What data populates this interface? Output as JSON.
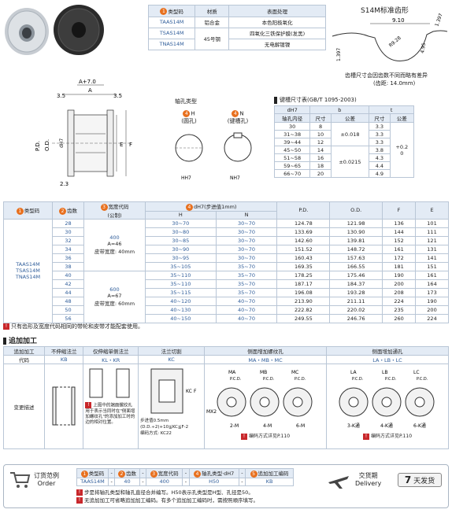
{
  "material_table": {
    "headers": [
      "类型码",
      "材质",
      "表面处理"
    ],
    "rows": [
      [
        "TAAS14M",
        "铝合金",
        "本色阳极氧化"
      ],
      [
        "TSAS14M",
        "45号钢",
        "四氧化三铁保护膜(发黑)"
      ],
      [
        "TNAS14M",
        "",
        "无电解镀镍"
      ]
    ]
  },
  "tooth": {
    "title": "S14M标准齿形",
    "dims": [
      "9.10",
      "1.397",
      "1.397",
      "R9.28",
      "4.95"
    ],
    "note1": "齿槽尺寸会因齿数不同而略有差异",
    "note2": "(齿距: 14.0mm)"
  },
  "drawing": {
    "a_label": "A+7.0",
    "a": "A",
    "d1": "3.5",
    "d2": "3.5",
    "pd": "P.D.",
    "od": "O.D.",
    "dh": "dH7",
    "e": "E",
    "f": "F",
    "c": "2.3"
  },
  "bore": {
    "title": "轴孔类型",
    "h_no": "4",
    "h_label": "H",
    "h_desc": "(圆孔)",
    "n_no": "4",
    "n_label": "N",
    "n_desc": "(键槽孔)",
    "h_dim": "HH7",
    "n_dim": "NH7"
  },
  "keyway": {
    "title": "键槽尺寸表(GB/T 1095-2003)",
    "h_dh7": "dH7",
    "h_b": "b",
    "h_t": "t",
    "h_inner": "轴孔内径",
    "h_size": "尺寸",
    "h_tol": "公差",
    "h_size2": "尺寸",
    "h_tol2": "公差",
    "rows": [
      [
        "30",
        "8",
        "",
        "3.3"
      ],
      [
        "31~38",
        "10",
        "",
        "3.3"
      ],
      [
        "39~44",
        "12",
        "",
        "3.3"
      ],
      [
        "45~50",
        "14",
        "",
        "3.8"
      ],
      [
        "51~58",
        "16",
        "",
        "4.3"
      ],
      [
        "59~65",
        "18",
        "",
        "4.4"
      ],
      [
        "66~70",
        "20",
        "",
        "4.9"
      ]
    ],
    "btol_a": "±0.018",
    "btol_b": "±0.0215",
    "ttol": "+0.2",
    "ttol2": "0"
  },
  "main": {
    "h": {
      "type": "类型码",
      "teeth": "齿数",
      "width": "宽度代码",
      "width2": "(公制)",
      "bore": "dH7(步进值1mm)",
      "bH": "H",
      "bN": "N",
      "pd": "P.D.",
      "od": "O.D.",
      "f": "F",
      "e": "E"
    },
    "types": [
      "TAAS14M",
      "TSAS14M",
      "TNAS14M"
    ],
    "w1": [
      "400",
      "A=46",
      "皮带宽度: 40mm"
    ],
    "w2": [
      "600",
      "A=67",
      "皮带宽度: 60mm"
    ],
    "rows": [
      [
        "28",
        "30~70",
        "30~70",
        "124.78",
        "121.98",
        "136",
        "101"
      ],
      [
        "30",
        "30~80",
        "30~70",
        "133.69",
        "130.90",
        "144",
        "111"
      ],
      [
        "32",
        "30~85",
        "30~70",
        "142.60",
        "139.81",
        "152",
        "121"
      ],
      [
        "34",
        "30~90",
        "30~70",
        "151.52",
        "148.72",
        "161",
        "131"
      ],
      [
        "36",
        "30~95",
        "30~70",
        "160.43",
        "157.63",
        "172",
        "141"
      ],
      [
        "38",
        "35~105",
        "35~70",
        "169.35",
        "166.55",
        "181",
        "151"
      ],
      [
        "40",
        "35~110",
        "35~70",
        "178.25",
        "175.46",
        "190",
        "161"
      ],
      [
        "42",
        "35~110",
        "35~70",
        "187.17",
        "184.37",
        "200",
        "164"
      ],
      [
        "44",
        "35~115",
        "35~70",
        "196.08",
        "193.28",
        "208",
        "173"
      ],
      [
        "48",
        "40~120",
        "40~70",
        "213.90",
        "211.11",
        "224",
        "190"
      ],
      [
        "50",
        "40~130",
        "40~70",
        "222.82",
        "220.02",
        "235",
        "200"
      ],
      [
        "56",
        "40~150",
        "40~70",
        "249.55",
        "246.76",
        "260",
        "224"
      ]
    ],
    "note": "只有齿形及宽度代码相同的带轮和皮带才能配套使用。"
  },
  "addon": {
    "title": "追加加工",
    "h": [
      "追加加工",
      "不伸缩法兰",
      "仅伸缩单侧法兰",
      "法兰切割",
      "侧面增加螺纹孔",
      "侧面增加通孔"
    ],
    "code_label": "代码",
    "codes": [
      "KB",
      "KL・KR",
      "KC",
      "MA・MB・MC",
      "LA・LB・LC"
    ],
    "desc_label": "变更描述",
    "kl_note": "上图中的端面螺纹孔用于表示当同时在\"侧面增加螺纹孔\"的添加加工时的边的相对位置。",
    "kc_note1": "步进值0.5mm",
    "kc_note2": "(D.D.÷2)+10≦KC≦F-2",
    "kc_note3": "编码方式: KC22",
    "ma_note": "编码方式详见P.110",
    "la_note": "编码方式详见P.110",
    "kc_labels": [
      "KC",
      "F"
    ],
    "m_labels": [
      "MA",
      "MB",
      "MC",
      "P.C.D.",
      "P.C.D.",
      "P.C.D.",
      "2-M",
      "4-M",
      "6-M",
      "MX2"
    ],
    "l_labels": [
      "LA",
      "LB",
      "LC",
      "P.C.D.",
      "P.C.D.",
      "P.C.D.",
      "3-K通",
      "4-K通",
      "6-K通"
    ]
  },
  "order": {
    "label": "订货范例",
    "label_en": "Order",
    "h": [
      "类型码",
      "齿数",
      "宽度代码",
      "轴孔类型·dH7",
      "追加加工编码"
    ],
    "v": [
      "TAAS14M",
      "40",
      "400",
      "H50",
      "KB"
    ],
    "note1": "步是将轴孔类型和轴孔直径合并编写。H50表示孔类型是H型、孔径是50。",
    "note2": "无追加加工可省略追加加工编码。有多个追加加工编码时，需按照顺序填写。",
    "delivery": "交货期",
    "delivery_en": "Delivery",
    "days": "7",
    "days_label": "天发货"
  }
}
